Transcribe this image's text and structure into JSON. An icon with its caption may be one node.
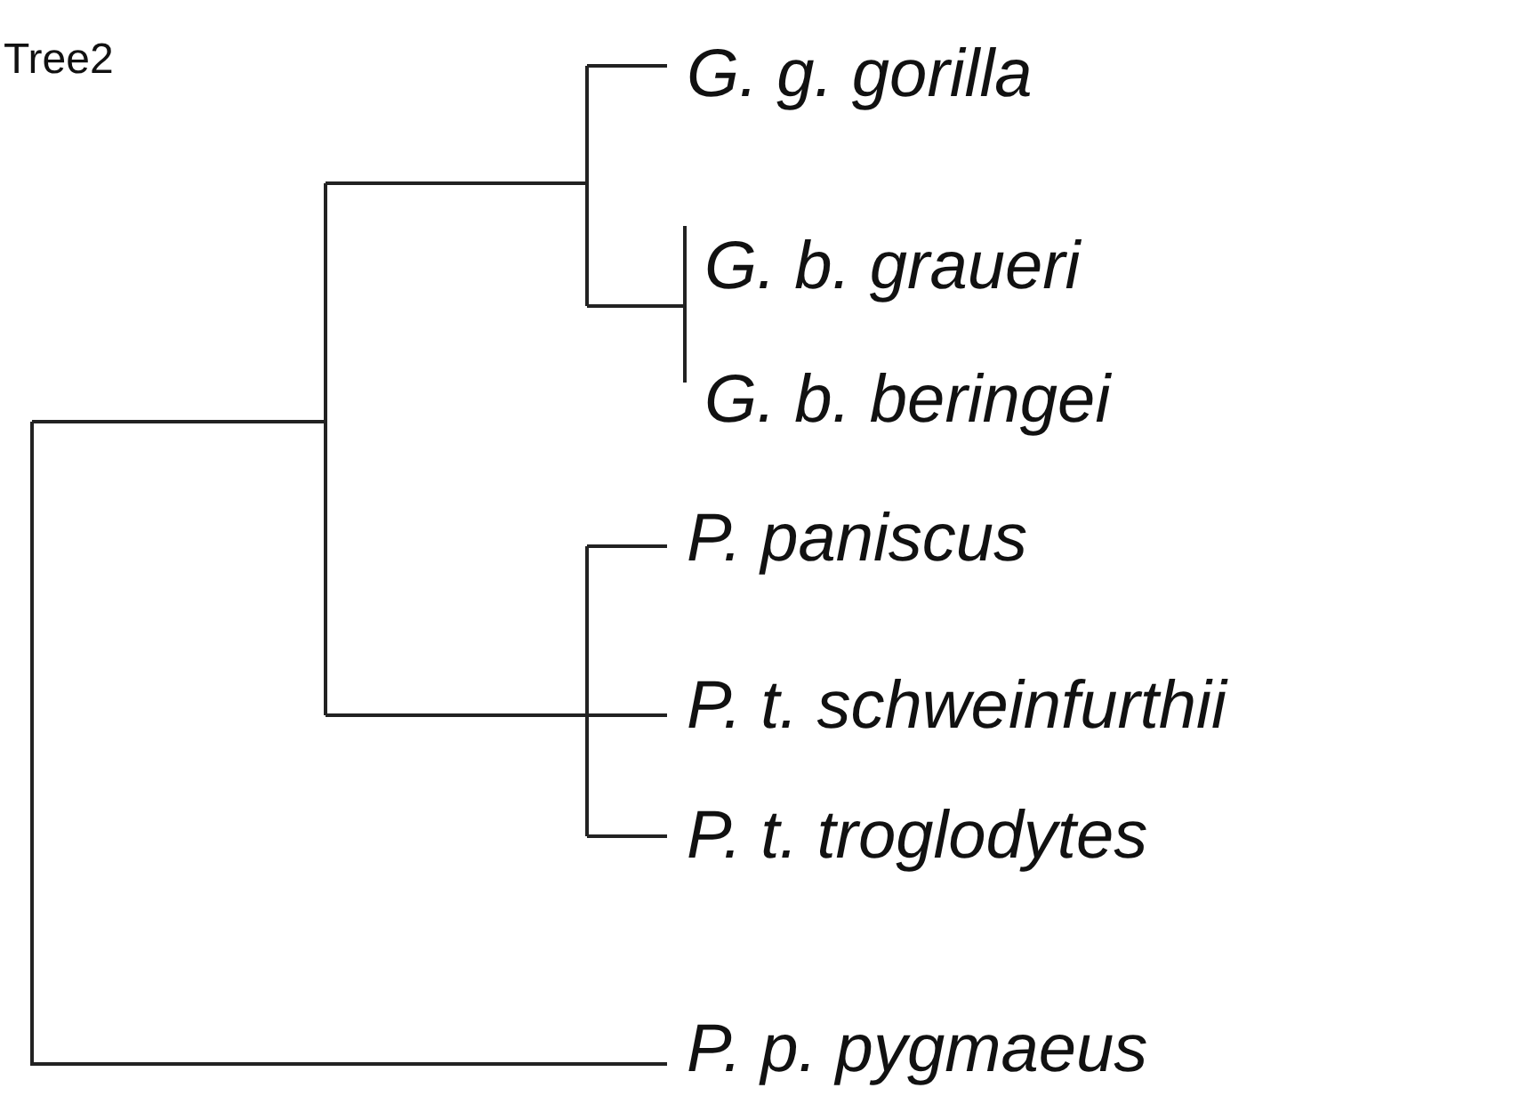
{
  "diagram": {
    "title": "Tree2",
    "labels": [
      "G. g. gorilla",
      "G. b. graueri",
      "G. b. beringei",
      "P. paniscus",
      "P. t. schweinfurthii",
      "P. t. troglodytes",
      "P. p. pygmaeus"
    ]
  }
}
